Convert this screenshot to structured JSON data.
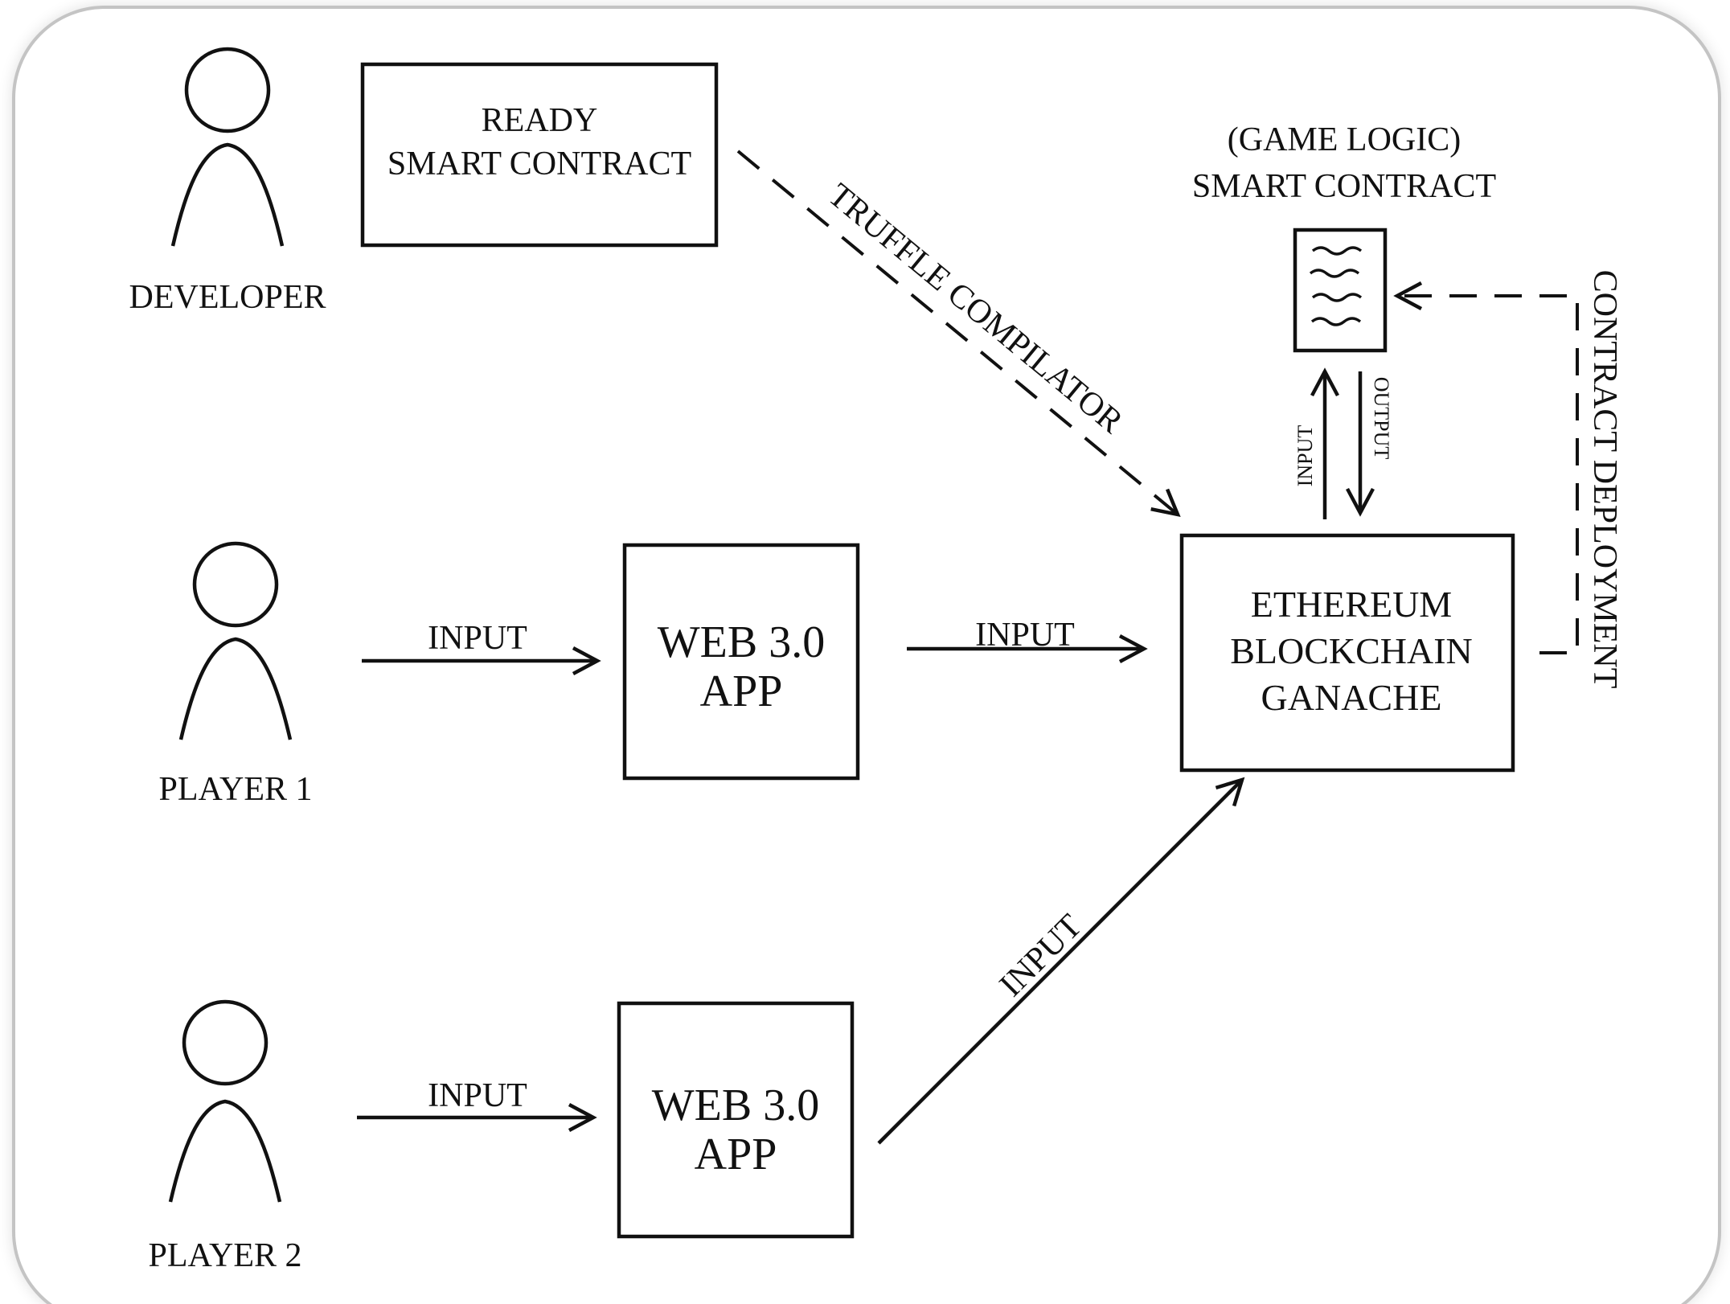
{
  "actors": {
    "developer": "DEVELOPER",
    "player1": "PLAYER 1",
    "player2": "PLAYER 2"
  },
  "boxes": {
    "ready_contract": [
      "READY",
      "SMART CONTRACT"
    ],
    "web3_app_1": [
      "WEB 3.0",
      "APP"
    ],
    "web3_app_2": [
      "WEB 3.0",
      "APP"
    ],
    "ethereum": [
      "ETHEREUM",
      "BLOCKCHAIN",
      "GANACHE"
    ],
    "game_logic": [
      "(GAME LOGIC)",
      "SMART CONTRACT"
    ]
  },
  "edges": {
    "truffle": "TRUFFLE COMPILATOR",
    "p1_input": "INPUT",
    "app1_input": "INPUT",
    "p2_input": "INPUT",
    "app2_input": "INPUT",
    "contract_input": "INPUT",
    "contract_output": "OUTPUT",
    "deployment": "CONTRACT DEPLOYMENT"
  }
}
